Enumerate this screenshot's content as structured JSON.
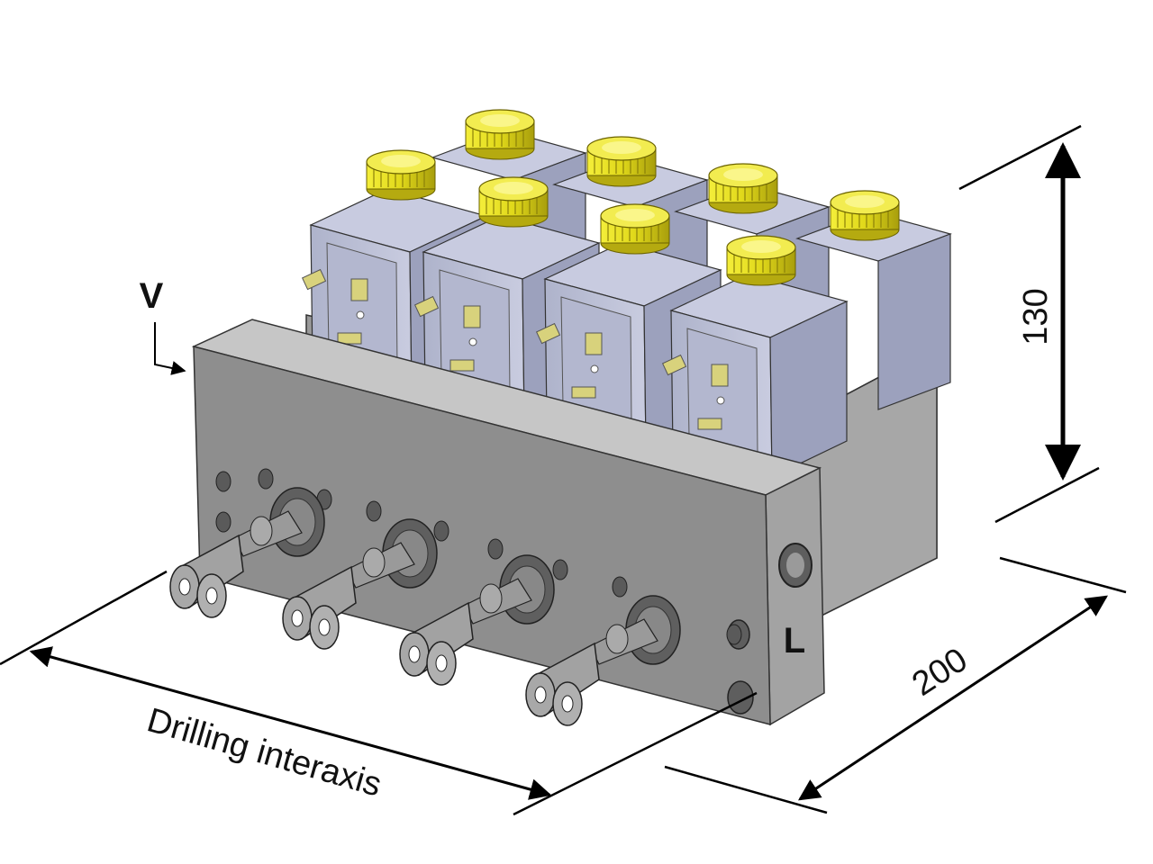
{
  "labels": {
    "view_marker": "V",
    "port_marker": "L",
    "dim_height": "130",
    "dim_depth": "200",
    "dim_spacing": "Drilling interaxis"
  },
  "colors": {
    "manifold": "#8f8f8f",
    "manifold_top": "#c4c4c4",
    "manifold_side": "#a9a9a9",
    "coil": "#b9bdd3",
    "coil_dark": "#9ca1bd",
    "knob": "#e2dc1e",
    "knob_dark": "#b5aa10",
    "terminal": "#d8d27c",
    "dimension": "#000000"
  },
  "icons": [
    "solenoid-coil-icon",
    "knurled-knob-icon",
    "clevis-fitting-icon",
    "arrow-icon"
  ]
}
